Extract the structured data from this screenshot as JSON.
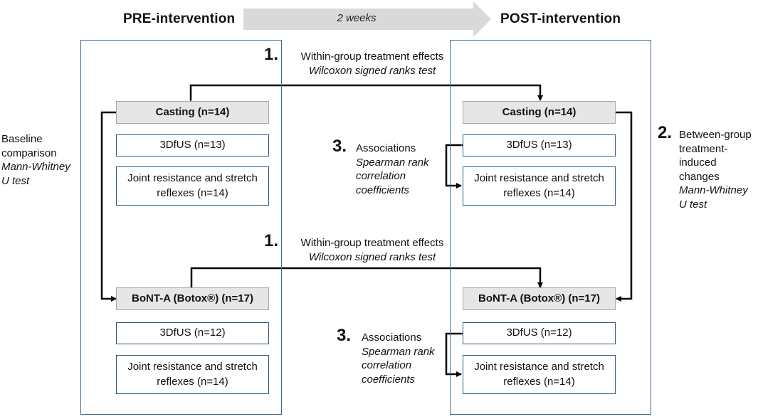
{
  "header": {
    "pre_title": "PRE-intervention",
    "post_title": "POST-intervention",
    "duration": "2 weeks"
  },
  "groups": [
    {
      "name": "Casting (n=14)",
      "measures": [
        "3DfUS (n=13)",
        "Joint resistance and stretch reflexes (n=14)"
      ]
    },
    {
      "name": "BoNT-A (Botox®) (n=17)",
      "measures": [
        "3DfUS (n=12)",
        "Joint resistance and stretch reflexes (n=14)"
      ]
    }
  ],
  "analyses": {
    "within": {
      "number": "1.",
      "title": "Within-group treatment effects",
      "test": "Wilcoxon signed ranks test"
    },
    "between": {
      "number": "2.",
      "title_lines": [
        "Between-group",
        "treatment-",
        "induced",
        "changes"
      ],
      "test_lines": [
        "Mann-Whitney",
        "U test"
      ]
    },
    "associations": {
      "number": "3.",
      "title": "Associations",
      "test_lines": [
        "Spearman rank",
        "correlation",
        "coefficients"
      ]
    },
    "baseline": {
      "title_lines": [
        "Baseline",
        "comparison"
      ],
      "test_lines": [
        "Mann-Whitney",
        "U test"
      ]
    }
  },
  "colors": {
    "panel_border": "#3d6a96",
    "box_border": "#2b5a87",
    "group_fill": "#e6e6e6",
    "arrow_fill": "#d9d9d9"
  }
}
